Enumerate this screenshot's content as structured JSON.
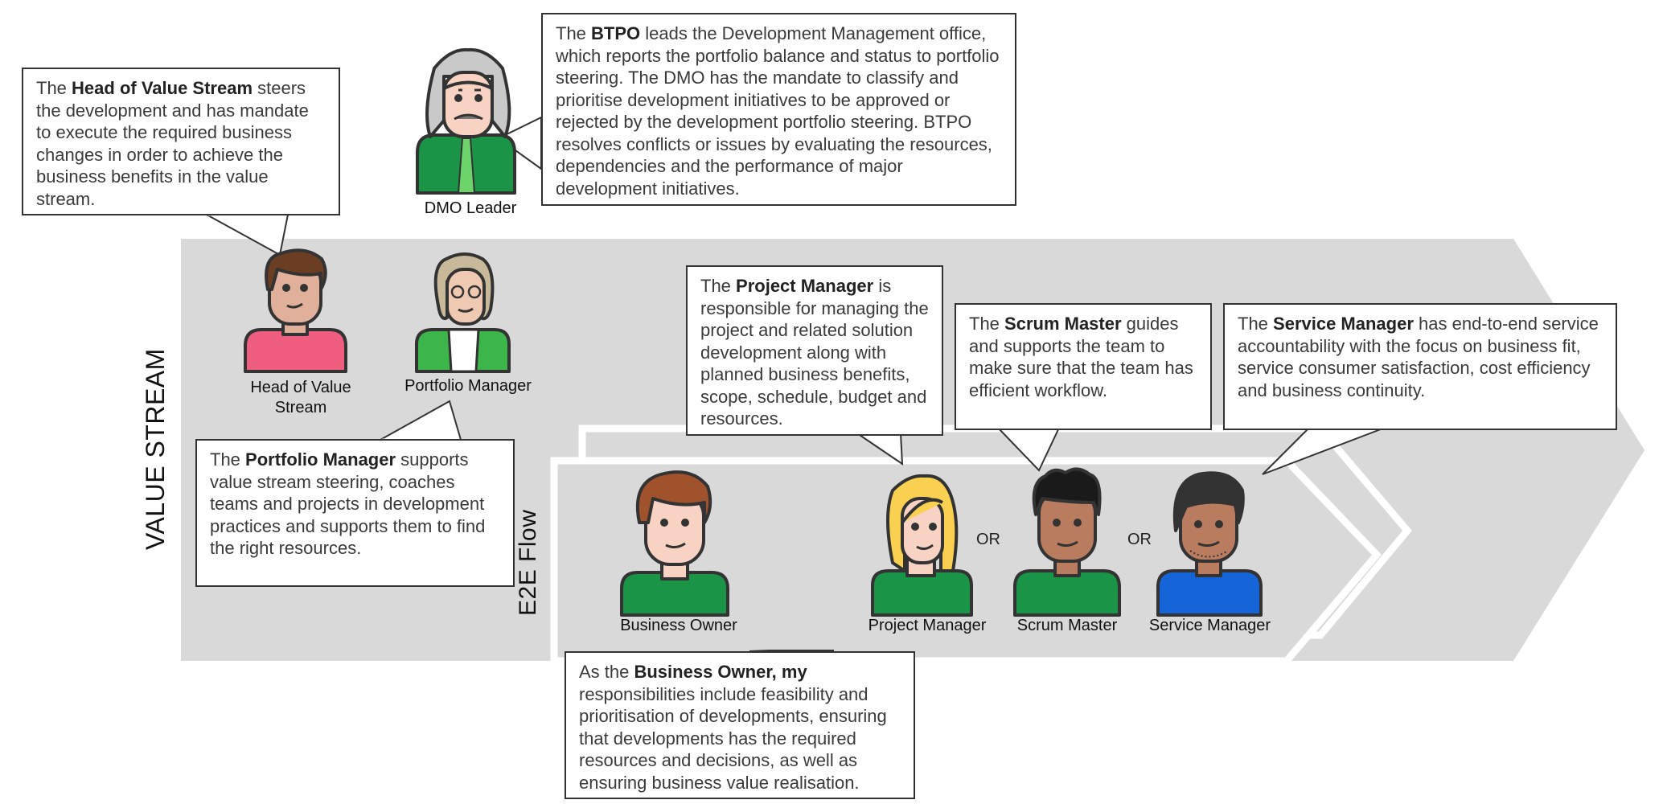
{
  "labels": {
    "value_stream": "VALUE STREAM",
    "e2e_flow": "E2E Flow",
    "or": "OR"
  },
  "roles": {
    "dmo_leader": "DMO Leader",
    "head_of_value_stream": "Head of Value Stream",
    "portfolio_manager": "Portfolio Manager",
    "business_owner": "Business Owner",
    "project_manager": "Project Manager",
    "scrum_master": "Scrum Master",
    "service_manager": "Service Manager"
  },
  "callouts": {
    "btpo": {
      "pre": "The ",
      "bold": "BTPO",
      "post": " leads the Development Management office, which reports the portfolio balance and status to portfolio steering. The DMO has the mandate to classify and prioritise development initiatives to be approved or rejected by the development portfolio steering. BTPO resolves conflicts or issues by evaluating the resources, dependencies and the performance of major development initiatives."
    },
    "head_of_value_stream": {
      "pre": "The ",
      "bold": "Head of Value Stream",
      "post": " steers the development and has mandate to execute the required business changes in order to achieve the business benefits in the value stream."
    },
    "portfolio_manager": {
      "pre": "The ",
      "bold": "Portfolio Manager",
      "post": " supports value stream steering, coaches teams and projects in development practices and supports them to find the right resources."
    },
    "project_manager": {
      "pre": "The ",
      "bold": "Project Manager",
      "post": " is responsible for managing the project and related solution development along with planned business benefits, scope, schedule, budget and resources."
    },
    "scrum_master": {
      "pre": "The ",
      "bold": "Scrum Master",
      "post": " guides and supports the team to make sure that the team has efficient workflow."
    },
    "service_manager": {
      "pre": "The ",
      "bold": "Service Manager",
      "post": " has end-to-end service accountability with the focus on business fit, service consumer satisfaction, cost efficiency and business continuity."
    },
    "business_owner": {
      "pre": "As the ",
      "bold": "Business Owner, my",
      "post": " responsibilities include feasibility and prioritisation of developments, ensuring that developments has the required resources and decisions, as well as ensuring business value realisation."
    }
  },
  "colors": {
    "value_stream_fill": "#d9d9d9",
    "outline": "#333333",
    "green_shirt": "#1a9447",
    "pink_shirt": "#ef5e7e",
    "blue_shirt": "#1565d8",
    "skin_light": "#f8d3c3",
    "skin_medium": "#e0b09a",
    "skin_dark": "#b97c5e"
  }
}
